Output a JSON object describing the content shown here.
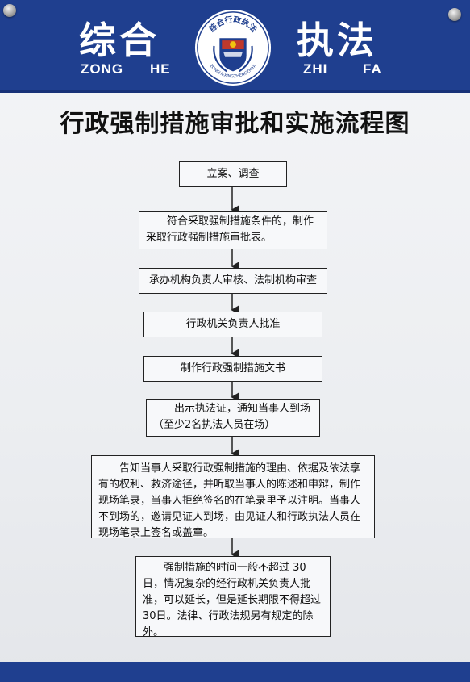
{
  "banner": {
    "left_title": "综合",
    "right_title": "执法",
    "pinyin": [
      "ZONG",
      "HE",
      "ZHI",
      "FA"
    ],
    "emblem_top_text": "综合行政执法",
    "emblem_bottom_text": "ZONGHEXINGZHENGZHIFA"
  },
  "title": "行政强制措施审批和实施流程图",
  "steps": [
    "立案、调查",
    "符合采取强制措施条件的，制作采取行政强制措施审批表。",
    "承办机构负责人审核、法制机构审查",
    "行政机关负责人批准",
    "制作行政强制措施文书",
    "出示执法证，通知当事人到场（至少2名执法人员在场）",
    "告知当事人采取行政强制措施的理由、依据及依法享有的权利、救济途径，并听取当事人的陈述和申辩，制作现场笔录，当事人拒绝签名的在笔录里予以注明。当事人不到场的，邀请见证人到场，由见证人和行政执法人员在现场笔录上签名或盖章。",
    "强制措施的时间一般不超过 30日，情况复杂的经行政机关负责人批准，可以延长，但是延长期限不得超过 30日。法律、行政法规另有规定的除外。"
  ],
  "colors": {
    "banner": "#1f3f8f",
    "emblem_red": "#c0392b",
    "box_border": "#222222"
  }
}
